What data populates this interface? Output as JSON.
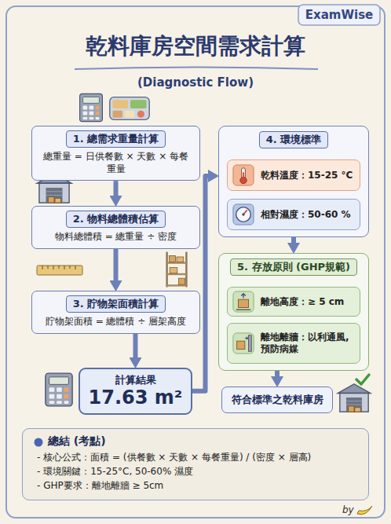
{
  "diagram": {
    "title": "乾料庫房空間需求計算",
    "nodes": [
      {
        "text": [
          "1. 總需求重量計算",
          "總重量 = 日供餐數 × 天數 × 每餐重量"
        ]
      },
      {
        "text": [
          "2. 物料總體積估算",
          "物料總體積 = 總重量 ÷ 密度"
        ]
      },
      {
        "text": [
          "3. 貯物架面積計算",
          "貯物架面積 = 總體積 ÷ 層架高度"
        ]
      },
      {
        "text": [
          "計算結果",
          "17.63 m²"
        ]
      },
      {
        "text": [
          "4. 環境標準"
        ]
      },
      {
        "text": [
          "乾料溫度：15-25 °C"
        ],
        "in": 4
      },
      {
        "text": [
          "相對濕度：50-60 %"
        ],
        "in": 4
      },
      {
        "text": [
          "5. 存放原則 (GHP規範)"
        ]
      },
      {
        "text": [
          "離地高度：≥ 5 cm"
        ],
        "in": 7
      },
      {
        "text": [
          "離地離牆：以利通風, 預防病媒"
        ],
        "in": 7
      },
      {
        "text": [
          "符合標準之乾料庫房"
        ]
      },
      {
        "text": [
          "總結 (考點)",
          "- 核心公式：面積 = (供餐數 × 天數 × 每餐重量) / (密度 × 層高)",
          "- 環境關鍵：15-25°C, 50-60% 濕度",
          "- GHP要求：離地離牆 ≥ 5cm"
        ]
      }
    ],
    "edges": [
      {
        "from": 0,
        "to": 1,
        "arrow": "to"
      },
      {
        "from": 1,
        "to": 2,
        "arrow": "to"
      },
      {
        "from": 2,
        "to": 3,
        "arrow": "to"
      },
      {
        "from": 3,
        "to": 4,
        "arrow": "to"
      },
      {
        "from": 4,
        "to": 7,
        "arrow": "to"
      },
      {
        "from": 7,
        "to": 10,
        "arrow": "to"
      }
    ],
    "labels": [
      "ExamWise",
      "(Diagnostic Flow)",
      "by"
    ]
  }
}
